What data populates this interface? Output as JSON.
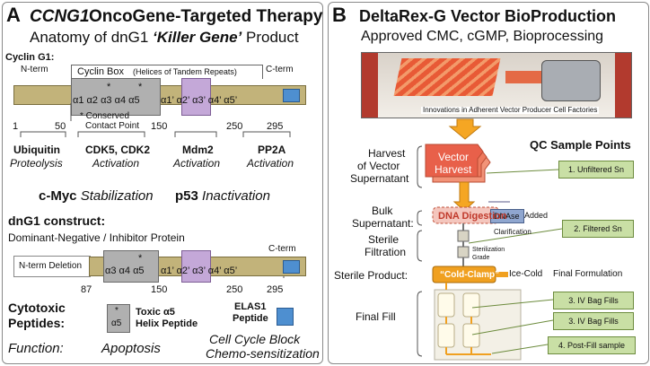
{
  "panel_a": {
    "letter": "A",
    "title_gene": "CCNG1",
    "title_rest": "OncoGene-Targeted Therapy",
    "subtitle_pre": "Anatomy of dnG1",
    "subtitle_quote": "‘Killer Gene’",
    "subtitle_post": "Product",
    "cyclin_label": "Cyclin G1:",
    "nterm": "N-term",
    "cterm": "C-term",
    "cyclin_box": "Cyclin Box",
    "cyclin_box_note": "(Helices of Tandem Repeats)",
    "helices_a": "α1 α2 α3 α4 α5",
    "helices_b": "α1’ α2’ α3’ α4’ α5’",
    "star": "*",
    "conserved_1": "* Conserved",
    "conserved_2": "Contact Point",
    "pos": [
      "1",
      "50",
      "150",
      "250",
      "295"
    ],
    "annotations": [
      {
        "name": "Ubiquitin",
        "role": "Proteolysis"
      },
      {
        "name": "CDK5, CDK2",
        "role": "Activation"
      },
      {
        "name": "Mdm2",
        "role": "Activation"
      },
      {
        "name": "PP2A",
        "role": "Activation"
      }
    ],
    "cmyc": "c-Myc",
    "cmyc_effect": "Stabilization",
    "p53": "p53",
    "p53_effect": "Inactivation",
    "dng1_label": "dnG1 construct:",
    "dng1_desc": "Dominant-Negative / Inhibitor Protein",
    "nterm_deletion": "N-term Deletion",
    "helices_c": "α3 α4 α5",
    "pos2": [
      "87",
      "150",
      "250",
      "295"
    ],
    "cytotoxic_1": "Cytotoxic",
    "cytotoxic_2": "Peptides:",
    "alpha5": "α5",
    "toxic_1": "Toxic α5",
    "toxic_2": "Helix Peptide",
    "elas_1": "ELAS1",
    "elas_2": "Peptide",
    "function_label": "Function:",
    "apoptosis": "Apoptosis",
    "cellcycle_1": "Cell Cycle Block",
    "cellcycle_2": "Chemo-sensitization"
  },
  "panel_b": {
    "letter": "B",
    "title": "DeltaRex-G Vector BioProduction",
    "subtitle": "Approved CMC, cGMP, Bioprocessing",
    "photo_caption": "Innovations in Adherent Vector Producer Cell Factories",
    "qc_title": "QC Sample Points",
    "stages": [
      "Harvest",
      "of Vector",
      "Supernatant",
      "Bulk",
      "Supernatant:",
      "Sterile",
      "Filtration",
      "Sterile Product:",
      "Final Fill"
    ],
    "vector_harvest_1": "Vector",
    "vector_harvest_2": "Harvest",
    "dnase_box": "DNAse",
    "dnase_added": "Added",
    "dna_digestion": "DNA Digestion",
    "clarification": "Clarification",
    "sterilization_1": "Sterilization",
    "sterilization_2": "Grade",
    "cold_clamp": "“Cold-Clamp”",
    "ice_cold": "Ice-Cold",
    "final_formulation": "Final Formulation",
    "qc_points": [
      "1. Unfiltered Sn",
      "2. Filtered Sn",
      "3. IV Bag Fills",
      "3. IV Bag Fills",
      "4. Post-Fill sample"
    ]
  },
  "colors": {
    "domain_bar": "#c2b37a",
    "helix_gray": "#b0b0b0",
    "helix_purple": "#c4a8d8",
    "cterm_blue": "#4e8fd0",
    "qc_green": "#c9dfa5",
    "harvest_red": "#e8604a",
    "clamp_orange": "#f0a020",
    "arrow_orange": "#f5a623"
  }
}
